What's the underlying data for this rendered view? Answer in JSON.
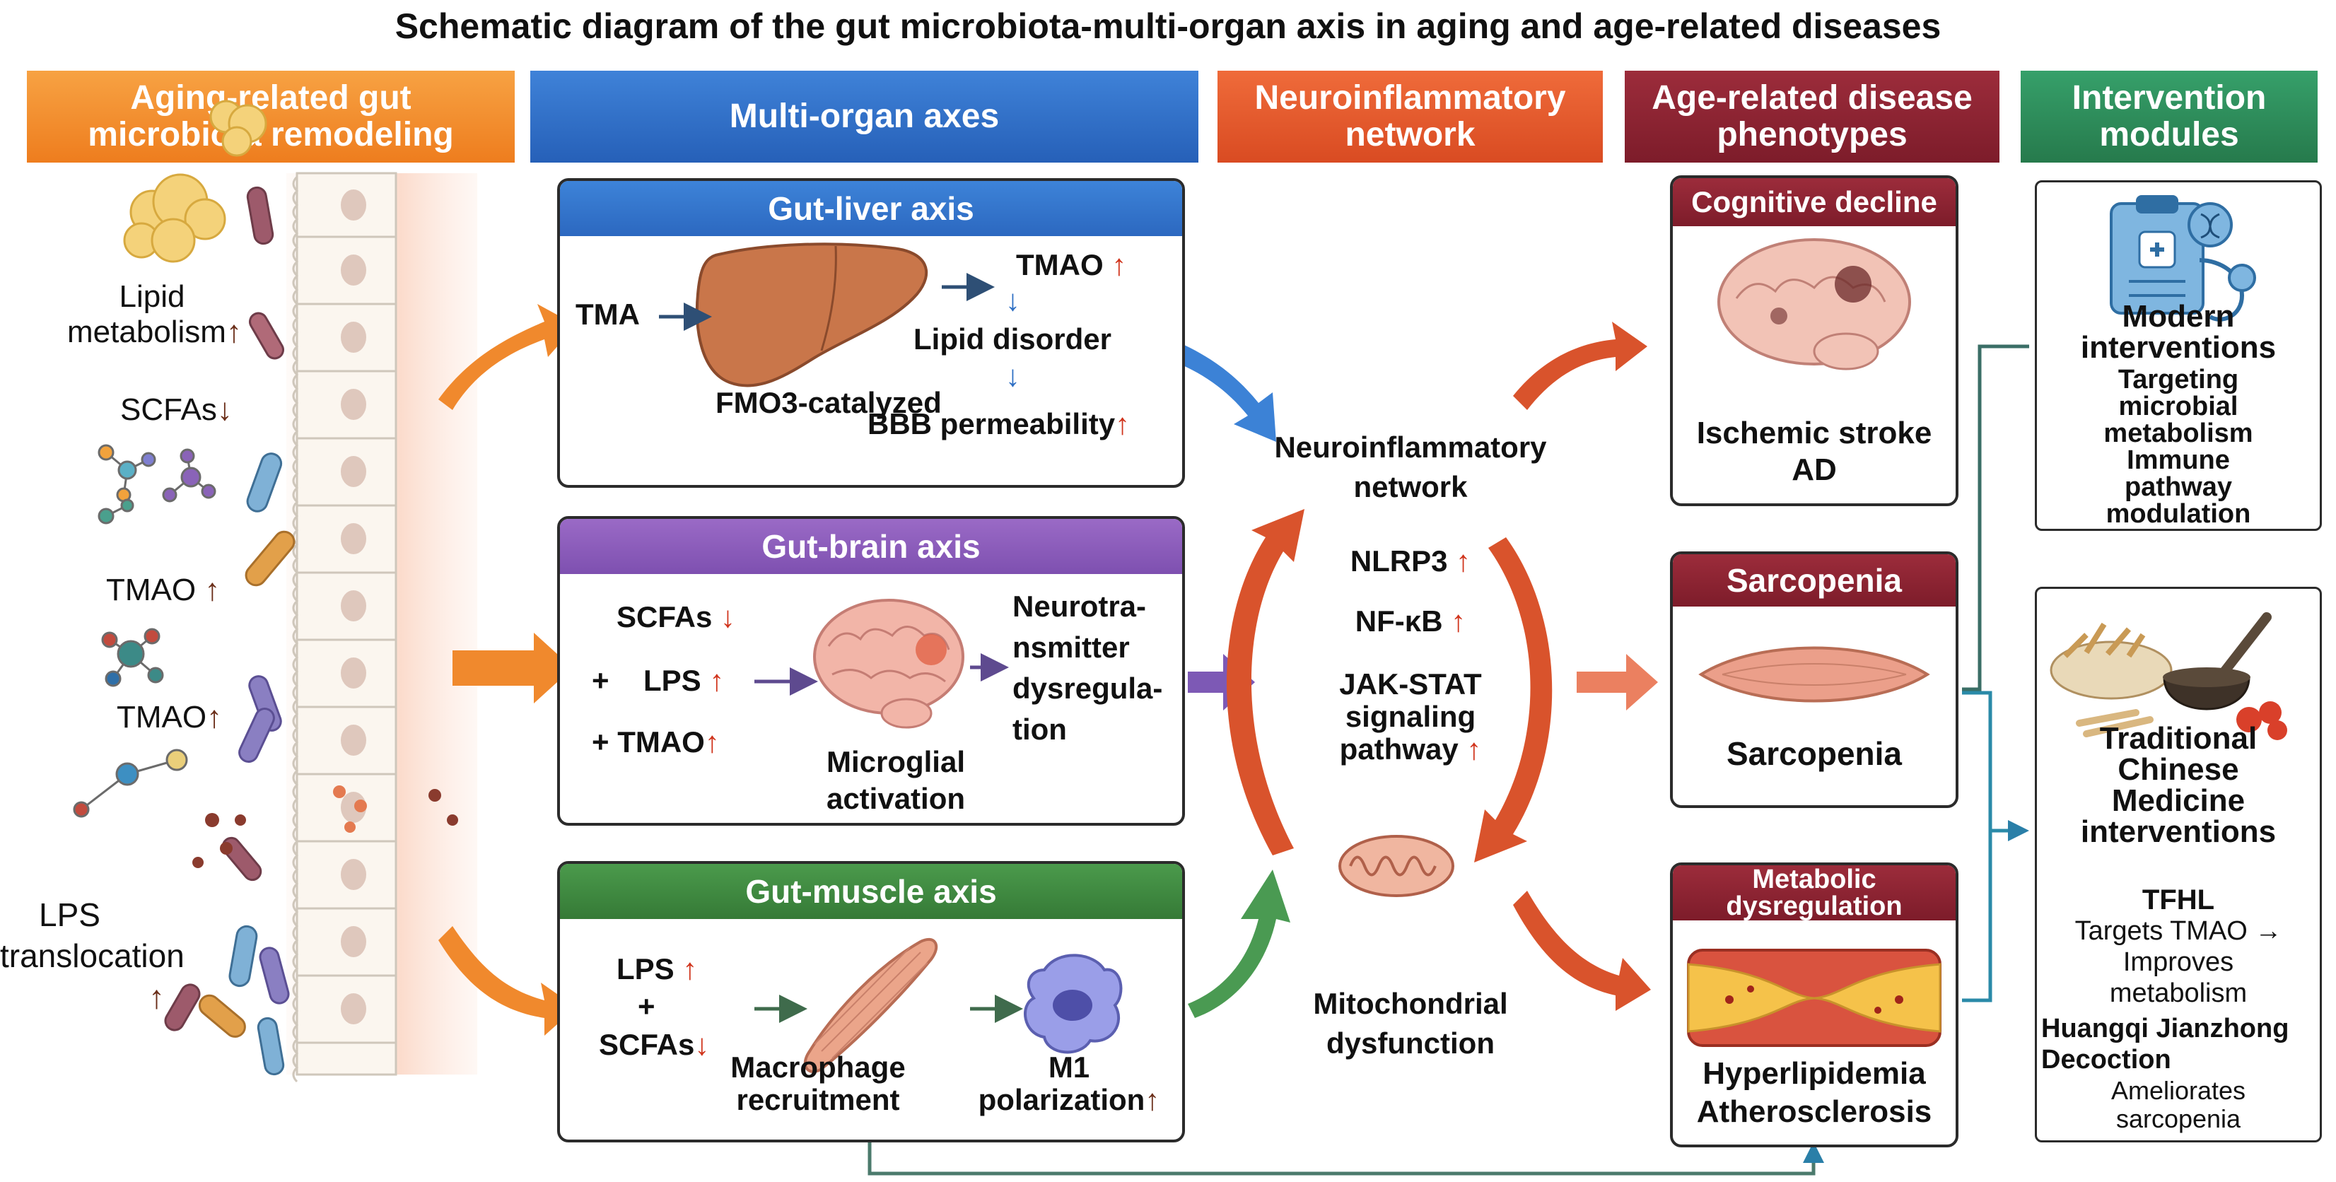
{
  "title": "Schematic diagram of the gut microbiota-multi-organ axis in aging and age-related diseases",
  "columns": {
    "microbiota": {
      "line1": "Aging-related gut",
      "line2": "microbiota remodeling",
      "color": "#f08a24"
    },
    "axes": {
      "label": "Multi-organ axes",
      "color": "#2e6fc9"
    },
    "neuro": {
      "line1": "Neuroinflammatory",
      "line2": "network",
      "color": "#e35a2c"
    },
    "disease": {
      "line1": "Age-related disease",
      "line2": "phenotypes",
      "color": "#8b2331"
    },
    "intervention": {
      "line1": "Intervention",
      "line2": "modules",
      "color": "#2e8a5a"
    }
  },
  "microbiota_labels": {
    "lipid_1": "Lipid",
    "lipid_2": "metabolism",
    "lipid_arrow": "↑",
    "scfas": "SCFAs",
    "scfas_arrow": "↓",
    "tmao_1": "TMAO ",
    "tmao_1_arrow": "↑",
    "tmao_2": "TMAO",
    "tmao_2_arrow": "↑",
    "lps_1": "LPS",
    "lps_2": "translocation",
    "lps_arrow": "↑"
  },
  "gut_liver": {
    "header": "Gut-liver axis",
    "color": "#2e6fc9",
    "tma": "TMA",
    "fmo3": "FMO3-catalyzed",
    "tmao": "TMAO ",
    "tmao_arrow": "↑",
    "down_arrow": "↓",
    "lipid_disorder": "Lipid disorder",
    "bbb": "BBB permeability",
    "bbb_arrow": "↑"
  },
  "gut_brain": {
    "header": "Gut-brain axis",
    "color": "#8a5bb8",
    "scfas": "SCFAs ",
    "scfas_arrow": "↓",
    "plus1": "+",
    "lps": "LPS ",
    "lps_arrow": "↑",
    "plus_tmao": "+ TMAO",
    "tmao_arrow": "↑",
    "microglial_1": "Microglial",
    "microglial_2": "activation",
    "neuro_1": "Neurotra-",
    "neuro_2": "nsmitter",
    "neuro_3": "dysregula-",
    "neuro_4": "tion"
  },
  "gut_muscle": {
    "header": "Gut-muscle axis",
    "color": "#3d8a3e",
    "lps": "LPS ",
    "lps_arrow": "↑",
    "plus": "+",
    "scfas": "SCFAs",
    "scfas_arrow": "↓",
    "macro_1": "Macrophage",
    "macro_2": "recruitment",
    "m1_1": "M1",
    "m1_2": "polarization",
    "m1_arrow": "↑"
  },
  "neuro": {
    "title_1": "Neuroinflammatory",
    "title_2": "network",
    "nlrp3": "NLRP3 ",
    "nlrp3_arrow": "↑",
    "nfkb": "NF-κB ",
    "nfkb_arrow": "↑",
    "jak_1": "JAK-STAT",
    "jak_2": "signaling",
    "jak_3": "pathway ",
    "jak_arrow": "↑",
    "mito_1": "Mitochondrial",
    "mito_2": "dysfunction"
  },
  "diseases": {
    "cognitive": {
      "header": "Cognitive decline",
      "line1": "Ischemic stroke",
      "line2": "AD"
    },
    "sarcopenia": {
      "header": "Sarcopenia",
      "label": "Sarcopenia"
    },
    "metabolic": {
      "header_1": "Metabolic",
      "header_2": "dysregulation",
      "line1": "Hyperlipidemia",
      "line2": "Atherosclerosis"
    }
  },
  "interventions": {
    "modern": {
      "title_1": "Modern",
      "title_2": "interventions",
      "sub": [
        "Targeting",
        "microbial",
        "metabolism",
        "Immune",
        "pathway",
        "modulation"
      ]
    },
    "tcm": {
      "title": [
        "Traditional",
        "Chinese",
        "Medicine",
        "interventions"
      ],
      "tfhl": "TFHL",
      "tfhl_desc": [
        "Targets TMAO →",
        "Improves",
        "metabolism"
      ],
      "hq_1": "Huangqi Jianzhong",
      "hq_2": "Decoction",
      "hq_desc": [
        "Ameliorates",
        "sarcopenia"
      ]
    }
  }
}
